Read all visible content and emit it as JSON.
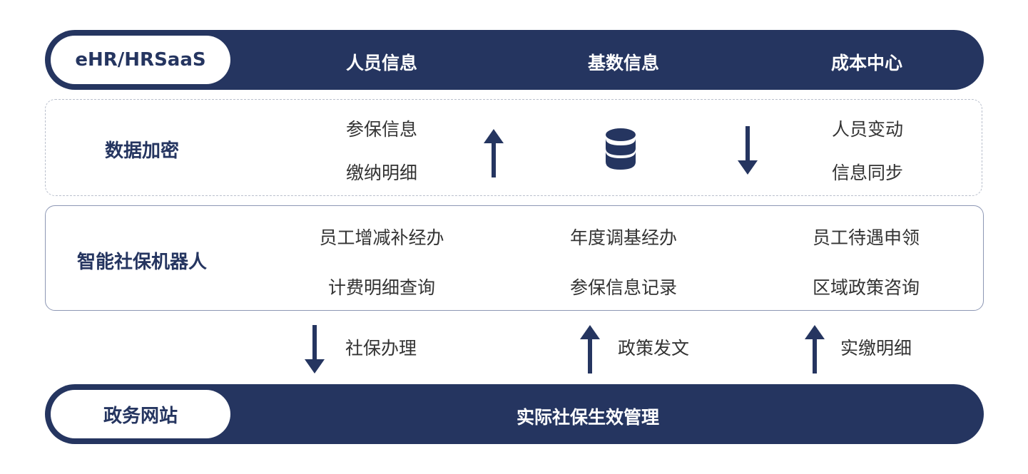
{
  "top_bar": {
    "pill_label": "eHR/HRSaaS",
    "items": [
      "人员信息",
      "基数信息",
      "成本中心"
    ]
  },
  "encryption_row": {
    "label": "数据加密",
    "left_items": [
      "参保信息",
      "缴纳明细"
    ],
    "right_items": [
      "人员变动",
      "信息同步"
    ],
    "center_icon": "database-icon"
  },
  "robot_row": {
    "label": "智能社保机器人",
    "columns": [
      [
        "员工增减补经办",
        "计费明细查询"
      ],
      [
        "年度调基经办",
        "参保信息记录"
      ],
      [
        "员工待遇申领",
        "区域政策咨询"
      ]
    ]
  },
  "flows": [
    {
      "label": "社保办理",
      "direction": "down"
    },
    {
      "label": "政策发文",
      "direction": "up"
    },
    {
      "label": "实缴明细",
      "direction": "up"
    }
  ],
  "bottom_bar": {
    "pill_label": "政务网站",
    "center_label": "实际社保生效管理"
  },
  "colors": {
    "navy": "#253560",
    "text": "#333333",
    "white": "#ffffff"
  }
}
